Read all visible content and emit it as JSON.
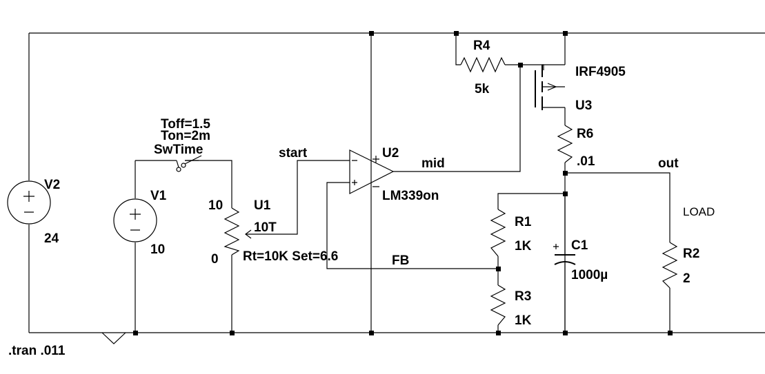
{
  "labels": {
    "v2_name": "V2",
    "v2_value": "24",
    "v1_name": "V1",
    "v1_value": "10",
    "sw_toff": "Toff=1.5",
    "sw_ton": "Ton=2m",
    "sw_name": "SwTime",
    "pot_top": "10",
    "pot_name": "U1",
    "pot_turns": "10T",
    "pot_bottom": "0",
    "pot_params": "Rt=10K Set=6.6",
    "net_start": "start",
    "net_mid": "mid",
    "net_fb": "FB",
    "net_out": "out",
    "u2_name": "U2",
    "u2_model": "LM339on",
    "r4_name": "R4",
    "r4_value": "5k",
    "u3_model": "IRF4905",
    "u3_name": "U3",
    "r6_name": "R6",
    "r6_value": ".01",
    "r1_name": "R1",
    "r1_value": "1K",
    "r3_name": "R3",
    "r3_value": "1K",
    "c1_name": "C1",
    "c1_value": "1000µ",
    "load_label": "LOAD",
    "r2_name": "R2",
    "r2_value": "2",
    "directive": ".tran .011"
  }
}
